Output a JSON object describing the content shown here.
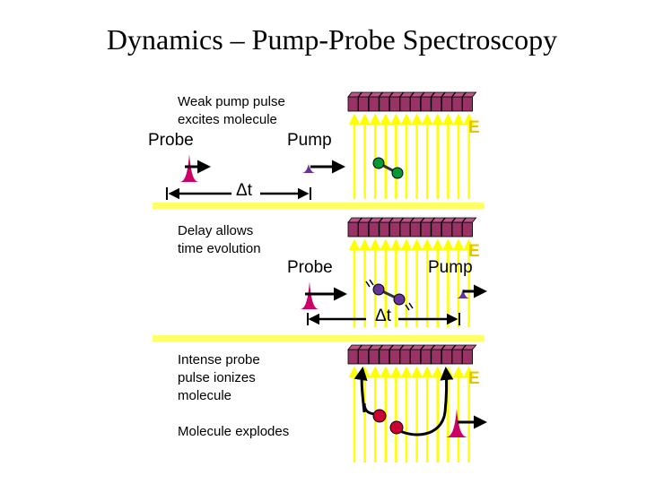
{
  "title": "Dynamics – Pump-Probe Spectroscopy",
  "panel1": {
    "caption_line1": "Weak pump pulse",
    "caption_line2": "excites molecule",
    "probe_label": "Probe",
    "pump_label": "Pump",
    "delay_label": "Δt",
    "field_label": "E"
  },
  "panel2": {
    "caption_line1": "Delay allows",
    "caption_line2": "time evolution",
    "probe_label": "Probe",
    "pump_label": "Pump",
    "delay_label": "Δt",
    "field_label": "E"
  },
  "panel3": {
    "caption_line1": "Intense probe",
    "caption_line2": "pulse ionizes",
    "caption_line3": "molecule",
    "caption_line4": "Molecule explodes",
    "field_label": "E"
  },
  "colors": {
    "field_lines": "#ffff00",
    "magnet": "#993366",
    "probe_pulse": "#cc0066",
    "pump_pulse": "#663399",
    "separator": "#ffff66",
    "atom_green": "#009933",
    "atom_purple": "#663399",
    "atom_red": "#cc0033"
  }
}
